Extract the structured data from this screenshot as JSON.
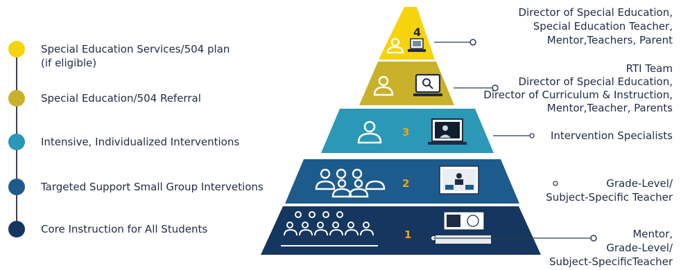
{
  "colors": {
    "tier4": "#f6d20f",
    "tier3": "#c9b12a",
    "tier2": "#2a98b6",
    "tier1": "#1d5b8c",
    "base": "#15365f",
    "connector": "#2a3a55"
  },
  "legend": [
    {
      "line1": "Special Education Services/504 plan",
      "line2": "(if eligible)",
      "color": "#f6d20f"
    },
    {
      "line1": "Special Education/504 Referral",
      "line2": "",
      "color": "#c9b12a"
    },
    {
      "line1": "Intensive, Individualized Interventions",
      "line2": "",
      "color": "#2a98b6"
    },
    {
      "line1": "Targeted Support Small Group Intervetions",
      "line2": "",
      "color": "#1d5b8c"
    },
    {
      "line1": "Core Instruction for All Students",
      "line2": "",
      "color": "#15365f"
    }
  ],
  "tiers": [
    {
      "number": "4",
      "icon": "student-at-computer-icon",
      "people": [
        "Director of Special Education,",
        "Special Education Teacher,",
        "Mentor,Teachers, Parent"
      ]
    },
    {
      "number": "",
      "icon": "search-screen-icon",
      "people": [
        "RTI Team",
        "Director of Special Education,",
        "Director of Curriculum & Instruction,",
        "Mentor,Teacher, Parents"
      ]
    },
    {
      "number": "3",
      "icon": "video-lesson-icon",
      "people": [
        "Intervention Specialists"
      ]
    },
    {
      "number": "2",
      "icon": "classroom-screen-icon",
      "people": [
        "Grade-Level/",
        "Subject-Specific Teacher"
      ]
    },
    {
      "number": "1",
      "icon": "math-science-icon",
      "people": [
        "Mentor,",
        "Grade-Level/",
        "Subject-SpecificTeacher"
      ]
    }
  ]
}
